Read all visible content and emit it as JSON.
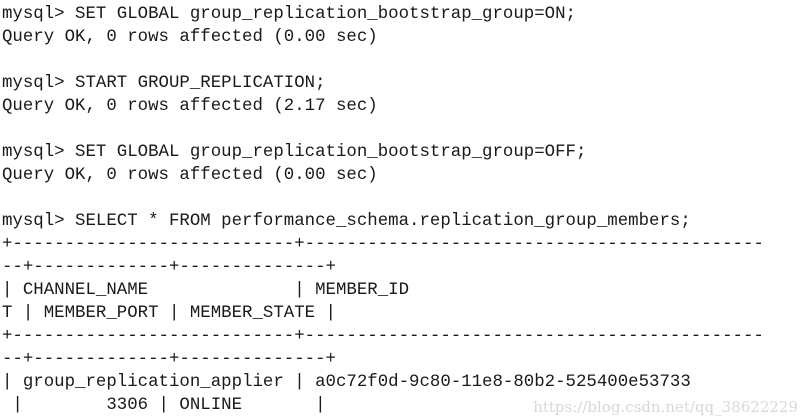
{
  "terminal": {
    "lines": [
      "mysql> SET GLOBAL group_replication_bootstrap_group=ON;",
      "Query OK, 0 rows affected (0.00 sec)",
      "",
      "mysql> START GROUP_REPLICATION;",
      "Query OK, 0 rows affected (2.17 sec)",
      "",
      "mysql> SET GLOBAL group_replication_bootstrap_group=OFF;",
      "Query OK, 0 rows affected (0.00 sec)",
      "",
      "mysql> SELECT * FROM performance_schema.replication_group_members;",
      "+---------------------------+--------------------------------------------",
      "--+-------------+--------------+",
      "| CHANNEL_NAME              | MEMBER_ID",
      "T | MEMBER_PORT | MEMBER_STATE |",
      "+---------------------------+--------------------------------------------",
      "--+-------------+--------------+",
      "| group_replication_applier | a0c72f0d-9c80-11e8-80b2-525400e53733",
      " |        3306 | ONLINE       |"
    ]
  },
  "watermark": {
    "text": "https://blog.csdn.net/qq_38622229"
  }
}
